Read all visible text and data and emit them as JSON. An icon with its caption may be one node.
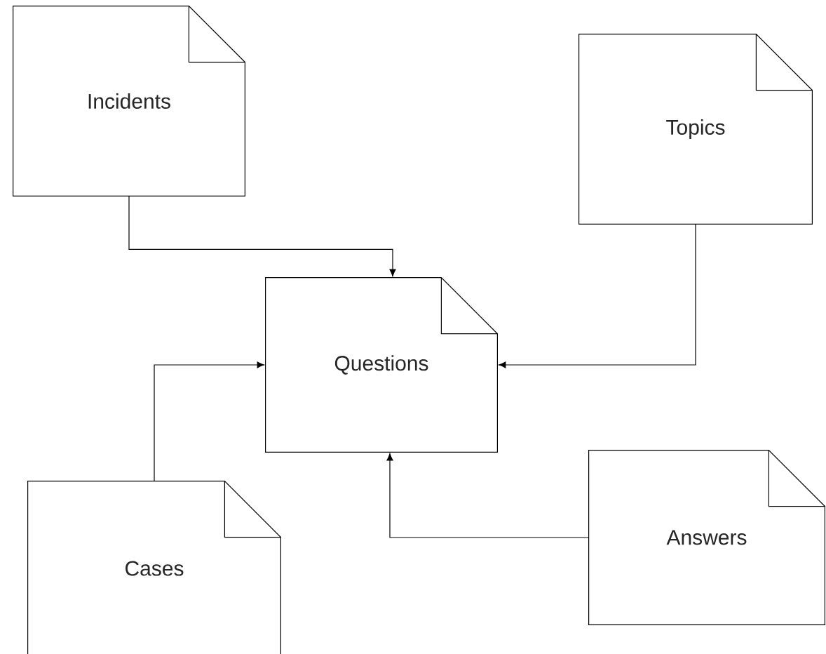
{
  "diagram": {
    "nodes": [
      {
        "text": [
          "Incidents"
        ]
      },
      {
        "text": [
          "Topics"
        ]
      },
      {
        "text": [
          "Questions"
        ]
      },
      {
        "text": [
          "Cases"
        ]
      },
      {
        "text": [
          "Answers"
        ]
      }
    ],
    "edges": [
      {
        "from": 0,
        "to": 2,
        "arrow": "to"
      },
      {
        "from": 1,
        "to": 2,
        "arrow": "to"
      },
      {
        "from": 3,
        "to": 2,
        "arrow": "to"
      },
      {
        "from": 4,
        "to": 2,
        "arrow": "to"
      }
    ]
  }
}
